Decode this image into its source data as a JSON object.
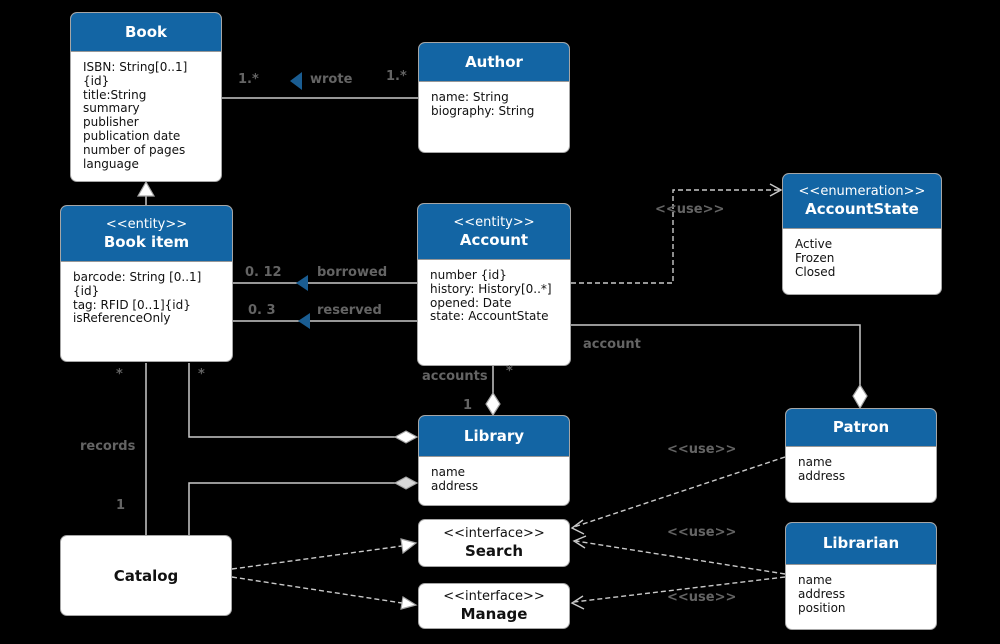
{
  "colors": {
    "header_blue": "#1365a4",
    "box_border": "#a6a6a6",
    "line_gray": "#c9c9c9",
    "label_gray": "#646464",
    "direction_triangle_blue": "#1a5d92",
    "background": "#000000"
  },
  "classes": {
    "book": {
      "title": "Book",
      "attributes": [
        "ISBN: String[0..1]{id}",
        "title:String",
        "summary",
        "publisher",
        "publication date",
        "number of pages",
        "language"
      ]
    },
    "author": {
      "title": "Author",
      "attributes": [
        "name: String",
        "biography: String"
      ]
    },
    "book_item": {
      "stereotype": "<<entity>>",
      "title": "Book item",
      "attributes": [
        "barcode: String [0..1]{id}",
        "tag: RFID [0..1]{id}",
        "isReferenceOnly"
      ]
    },
    "account": {
      "stereotype": "<<entity>>",
      "title": "Account",
      "attributes": [
        "number {id}",
        "history: History[0..*]",
        "opened: Date",
        "state: AccountState"
      ]
    },
    "account_state": {
      "stereotype": "<<enumeration>>",
      "title": "AccountState",
      "attributes": [
        "Active",
        "Frozen",
        "Closed"
      ]
    },
    "library": {
      "title": "Library",
      "attributes": [
        "name",
        "address"
      ]
    },
    "patron": {
      "title": "Patron",
      "attributes": [
        "name",
        "address"
      ]
    },
    "librarian": {
      "title": "Librarian",
      "attributes": [
        "name",
        "address",
        "position"
      ]
    },
    "catalog": {
      "title": "Catalog"
    },
    "search": {
      "stereotype": "<<interface>>",
      "title": "Search"
    },
    "manage": {
      "stereotype": "<<interface>>",
      "title": "Manage"
    }
  },
  "labels": {
    "wrote": {
      "name": "wrote",
      "mult_book": "1.*",
      "mult_author": "1.*"
    },
    "borrowed": {
      "name": "borrowed",
      "mult": "0. 12"
    },
    "reserved": {
      "name": "reserved",
      "mult": "0. 3"
    },
    "records": {
      "name": "records",
      "mult_book_item": "*",
      "mult_catalog": "1"
    },
    "book_item_library": {
      "mult": "*"
    },
    "accounts": {
      "name": "accounts",
      "mult_account": "*",
      "mult_library": "1"
    },
    "account_patron": {
      "name": "account"
    },
    "use_account_state": "<<use>>",
    "use_patron_search": "<<use>>",
    "use_librarian_search": "<<use>>",
    "use_librarian_manage": "<<use>>"
  }
}
